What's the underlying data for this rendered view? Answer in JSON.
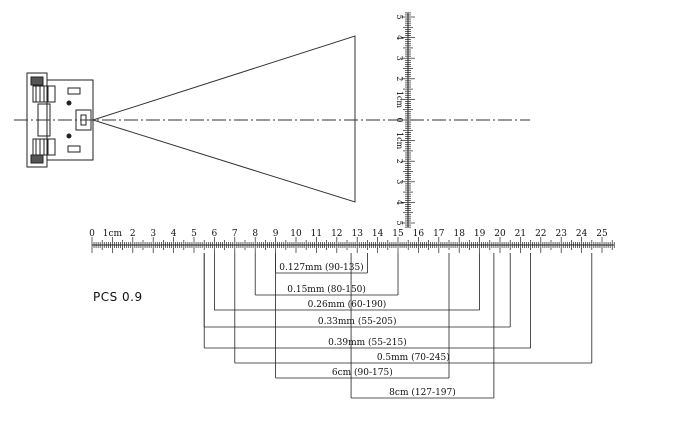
{
  "diagram": {
    "label_pcs": "PCS 0.9",
    "ruler": {
      "labels": [
        "0",
        "1cm",
        "2",
        "3",
        "4",
        "5",
        "6",
        "7",
        "8",
        "9",
        "10",
        "11",
        "12",
        "13",
        "14",
        "15",
        "16",
        "17",
        "18",
        "19",
        "20",
        "21",
        "22",
        "23",
        "24",
        "25"
      ]
    },
    "vertical_scale": {
      "labels_top": [
        "5",
        "4",
        "3",
        "2",
        "1cm"
      ],
      "center_label": "0",
      "labels_bottom": [
        "1cm",
        "2",
        "3",
        "4",
        "5"
      ]
    },
    "ranges": [
      {
        "label": "0.127mm (90-135)",
        "from_cm": 9,
        "to_cm": 13.5
      },
      {
        "label": "0.15mm (80-150)",
        "from_cm": 8,
        "to_cm": 15
      },
      {
        "label": "0.26mm (60-190)",
        "from_cm": 6,
        "to_cm": 19
      },
      {
        "label": "0.33mm (55-205)",
        "from_cm": 5.5,
        "to_cm": 20.5
      },
      {
        "label": "0.39mm (55-215)",
        "from_cm": 5.5,
        "to_cm": 21.5
      },
      {
        "label": "0.5mm (70-245)",
        "from_cm": 7,
        "to_cm": 24.5
      },
      {
        "label": "6cm (90-175)",
        "from_cm": 9,
        "to_cm": 17.5
      },
      {
        "label": "8cm (127-197)",
        "from_cm": 12.7,
        "to_cm": 19.7
      }
    ]
  }
}
